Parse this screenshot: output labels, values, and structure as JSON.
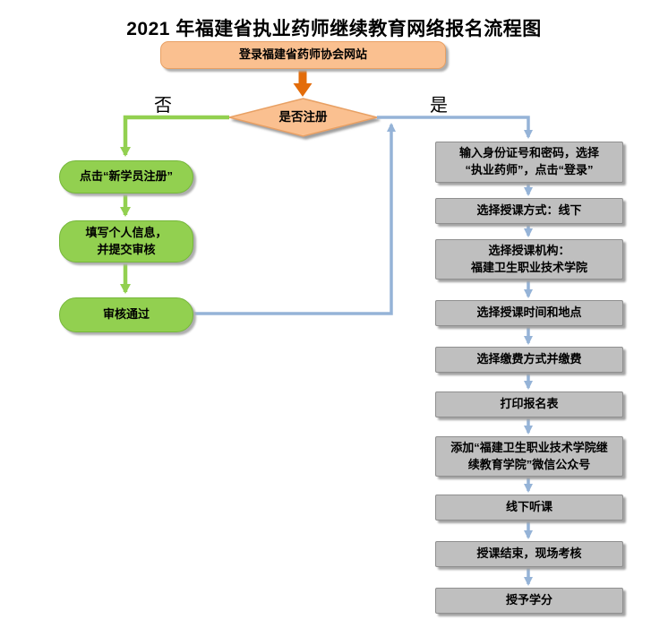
{
  "title": "2021 年福建省执业药师继续教育网络报名流程图",
  "start": {
    "label": "登录福建省药师协会网站"
  },
  "decision": {
    "label": "是否注册",
    "no_label": "否",
    "yes_label": "是"
  },
  "left_branch": {
    "steps": [
      {
        "label": "点击“新学员注册”"
      },
      {
        "label": "填写个人信息，\n并提交审核"
      },
      {
        "label": "审核通过"
      }
    ]
  },
  "right_branch": {
    "steps": [
      {
        "label": "输入身份证号和密码，选择\n“执业药师”，点击“登录”"
      },
      {
        "label": "选择授课方式：线下"
      },
      {
        "label": "选择授课机构：\n福建卫生职业技术学院"
      },
      {
        "label": "选择授课时间和地点"
      },
      {
        "label": "选择缴费方式并缴费"
      },
      {
        "label": "打印报名表"
      },
      {
        "label": "添加“福建卫生职业技术学院继\n续教育学院”微信公众号"
      },
      {
        "label": "线下听课"
      },
      {
        "label": "授课结束，现场考核"
      },
      {
        "label": "授予学分"
      }
    ]
  },
  "colors": {
    "peach_fill": "#FAC090",
    "peach_border": "#E8A064",
    "green": "#92D050",
    "blue": "#95B3D7",
    "orange": "#E36C0A",
    "gray_fill": "#BFBFBF",
    "gray_border": "#8F8F8F"
  }
}
